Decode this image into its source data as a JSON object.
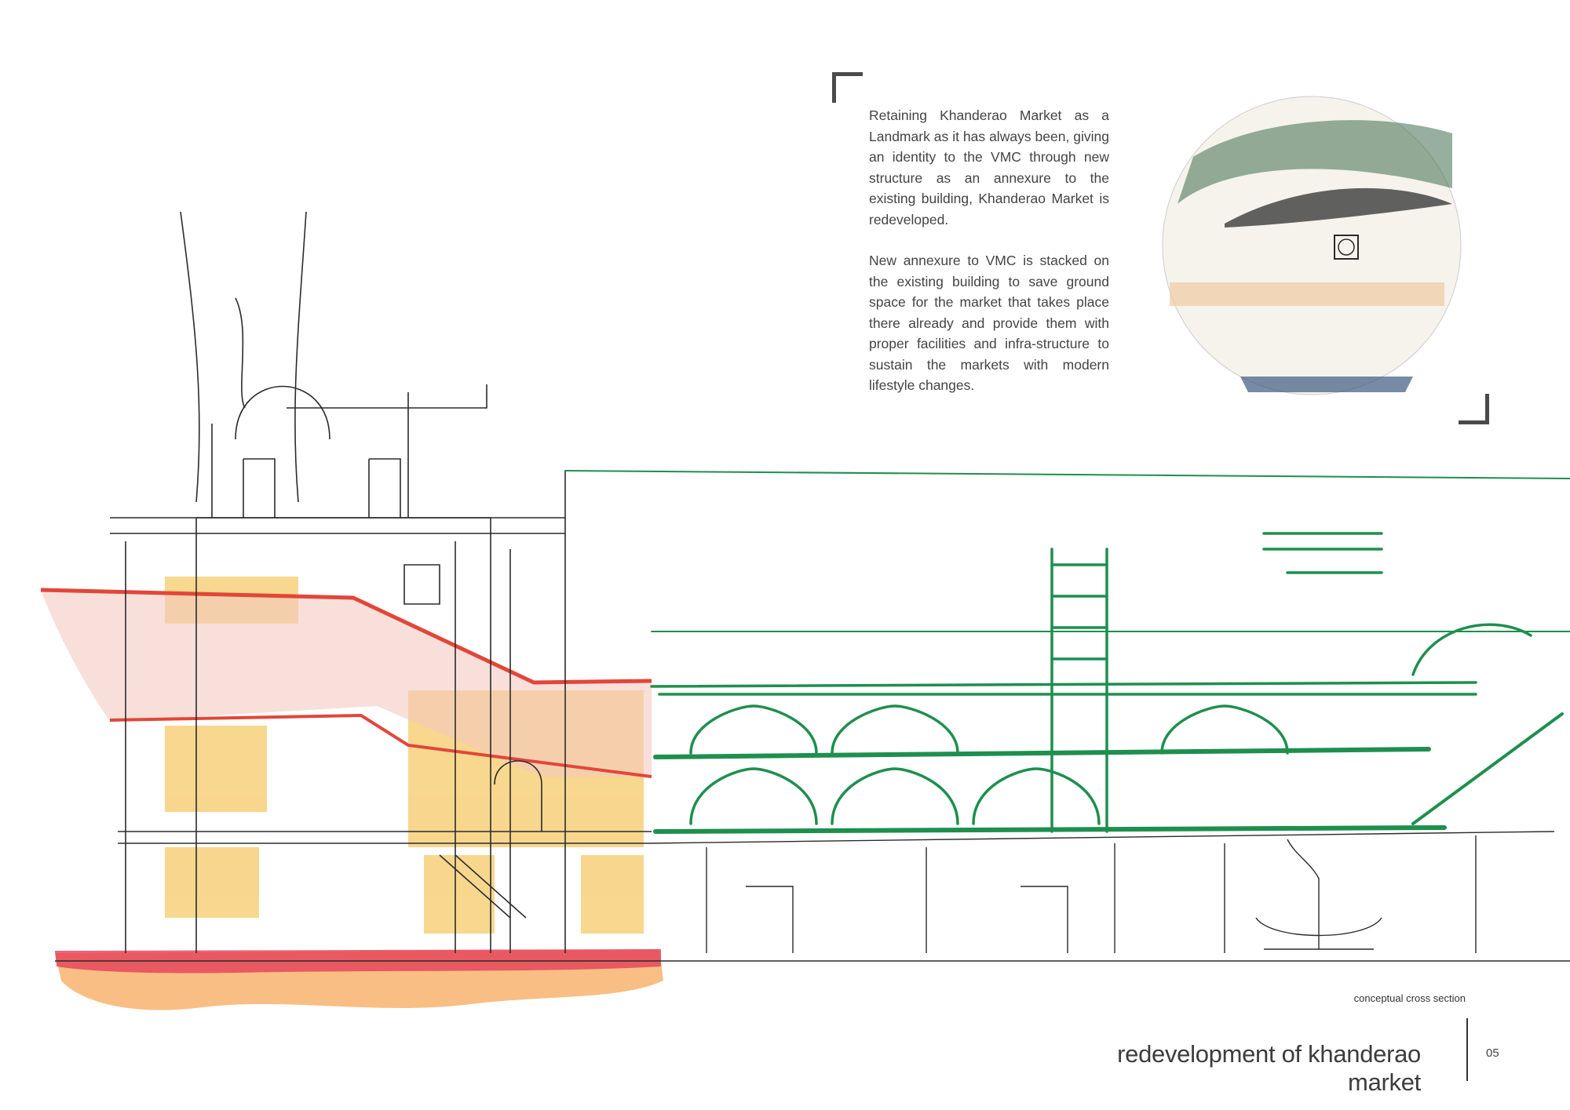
{
  "content": {
    "paragraphs": [
      "Retaining Khanderao Market as a Landmark as it has always been, giving an identity to the VMC through new structure as an annexure to the existing building, Khanderao Market is redeveloped.",
      "New annexure to VMC is stacked on the existing building to save ground space for the market that takes place there already and provide them with proper facilities and infra-structure to sustain the markets with modern lifestyle changes."
    ]
  },
  "figure": {
    "caption": "conceptual cross section"
  },
  "footer": {
    "title": "redevelopment of khanderao market",
    "page_number": "05"
  },
  "colors": {
    "sketch_ink": "#2b2b2b",
    "green_marker": "#1e8f4e",
    "watercolor_yellow": "#f2b632",
    "watercolor_red": "#e2463a",
    "watercolor_pink": "#f3c9c0",
    "accent_dark": "#4a4a4a"
  }
}
